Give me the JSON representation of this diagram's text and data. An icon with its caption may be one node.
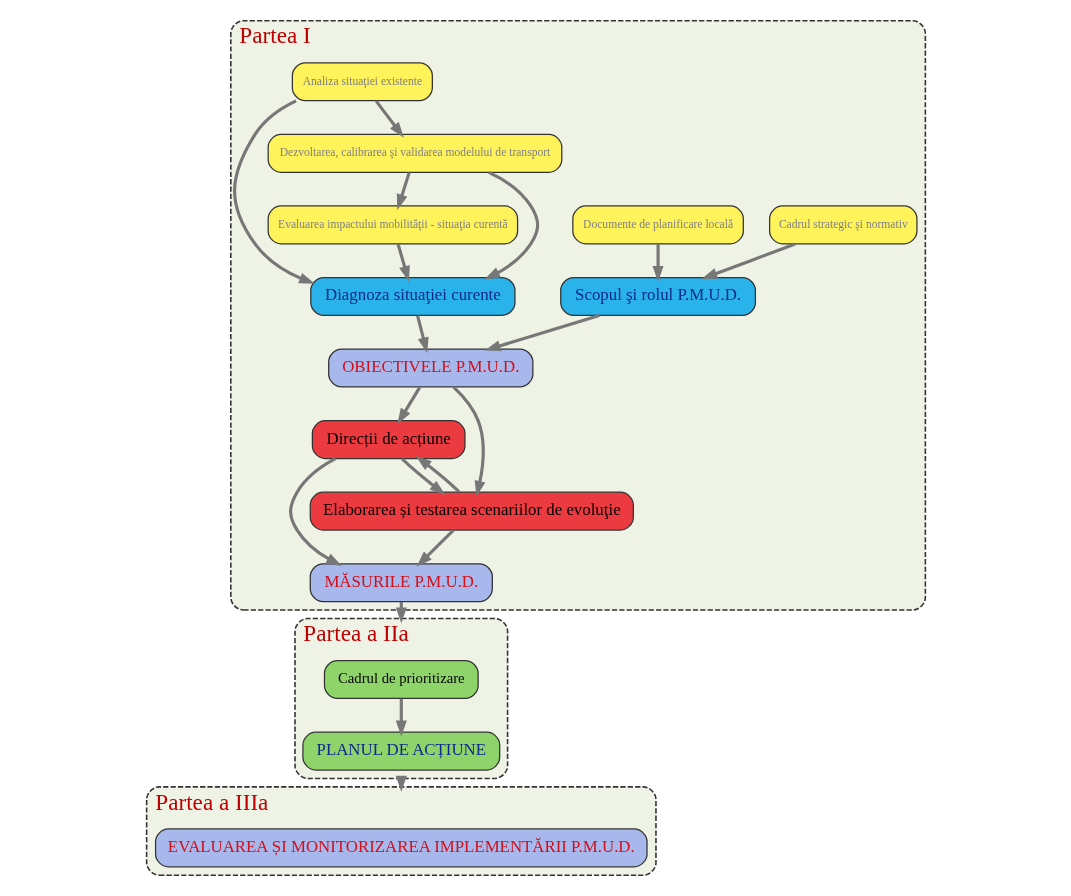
{
  "diagram": {
    "nodes": [
      {
        "text": [
          "Partea I"
        ]
      },
      {
        "text": [
          "Cadrul strategic şi normativ"
        ],
        "in": 0
      },
      {
        "text": [
          "Documente de planificare locală"
        ],
        "in": 0
      },
      {
        "text": [
          "Scopul şi rolul P.M.U.D."
        ],
        "in": 0
      },
      {
        "text": [
          "OBIECTIVELE P.M.U.D."
        ],
        "in": 0
      },
      {
        "text": [
          "Direcții de acțiune"
        ],
        "in": 0
      },
      {
        "text": [
          "Elaborarea și testarea scenariilor de evoluţie"
        ],
        "in": 0
      },
      {
        "text": [
          "MĂSURILE P.M.U.D."
        ],
        "in": 0
      },
      {
        "text": [
          "Diagnoza situaţiei curente"
        ],
        "in": 0
      },
      {
        "text": [
          "Evaluarea impactului mobilităţii - situaţia curentă"
        ],
        "in": 0
      },
      {
        "text": [
          "Dezvoltarea, calibrarea şi validarea modelului de transport"
        ],
        "in": 0
      },
      {
        "text": [
          "Analiza situaţiei existente"
        ],
        "in": 0
      },
      {
        "text": [
          "Partea a IIa"
        ]
      },
      {
        "text": [
          "Cadrul de prioritizare"
        ],
        "in": 12
      },
      {
        "text": [
          "PLANUL DE ACȚIUNE"
        ],
        "in": 12
      },
      {
        "text": [
          "Partea a IIIa"
        ]
      },
      {
        "text": [
          "EVALUAREA ȘI MONITORIZAREA IMPLEMENTĂRII P.M.U.D."
        ],
        "in": 15
      }
    ],
    "edges": [
      {
        "from": 1,
        "to": 3,
        "arrow": "to"
      },
      {
        "from": 2,
        "to": 3,
        "arrow": "to"
      },
      {
        "from": 3,
        "to": 4,
        "arrow": "to"
      },
      {
        "from": 4,
        "to": 5,
        "arrow": "to"
      },
      {
        "from": 4,
        "to": 6,
        "arrow": "to"
      },
      {
        "from": 5,
        "to": 6,
        "arrow": "to"
      },
      {
        "from": 6,
        "to": 5,
        "arrow": "to"
      },
      {
        "from": 5,
        "to": 7,
        "arrow": "to"
      },
      {
        "from": 6,
        "to": 7,
        "arrow": "to"
      },
      {
        "from": 7,
        "to": 12,
        "arrow": "to"
      },
      {
        "from": 13,
        "to": 14,
        "arrow": "to"
      },
      {
        "from": 12,
        "to": 15,
        "arrow": "to"
      },
      {
        "from": 8,
        "to": 4,
        "arrow": "to"
      },
      {
        "from": 9,
        "to": 8,
        "arrow": "to"
      },
      {
        "from": 10,
        "to": 9,
        "arrow": "to"
      },
      {
        "from": 11,
        "to": 10,
        "arrow": "to"
      },
      {
        "from": 11,
        "to": 8,
        "arrow": "to"
      },
      {
        "from": 10,
        "to": 8,
        "arrow": "to"
      }
    ]
  }
}
